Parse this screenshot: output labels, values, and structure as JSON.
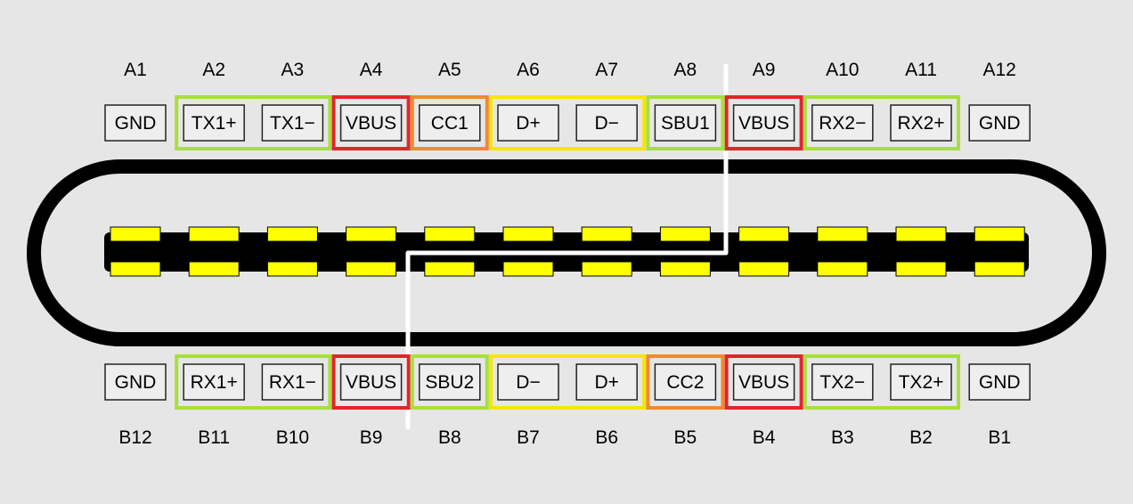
{
  "top_row": {
    "pins": [
      "A1",
      "A2",
      "A3",
      "A4",
      "A5",
      "A6",
      "A7",
      "A8",
      "A9",
      "A10",
      "A11",
      "A12"
    ],
    "signals": [
      "GND",
      "TX1+",
      "TX1−",
      "VBUS",
      "CC1",
      "D+",
      "D−",
      "SBU1",
      "VBUS",
      "RX2−",
      "RX2+",
      "GND"
    ]
  },
  "bottom_row": {
    "pins": [
      "B12",
      "B11",
      "B10",
      "B9",
      "B8",
      "B7",
      "B6",
      "B5",
      "B4",
      "B3",
      "B2",
      "B1"
    ],
    "signals": [
      "GND",
      "RX1+",
      "RX1−",
      "VBUS",
      "SBU2",
      "D−",
      "D+",
      "CC2",
      "VBUS",
      "TX2−",
      "TX2+",
      "GND"
    ]
  },
  "top_groups": [
    {
      "from": 1,
      "to": 2,
      "color": "#a8e03a"
    },
    {
      "from": 3,
      "to": 3,
      "color": "#e0262b"
    },
    {
      "from": 4,
      "to": 4,
      "color": "#f08a2c"
    },
    {
      "from": 5,
      "to": 6,
      "color": "#f7e600"
    },
    {
      "from": 7,
      "to": 7,
      "color": "#a8e03a"
    },
    {
      "from": 8,
      "to": 8,
      "color": "#e0262b"
    },
    {
      "from": 9,
      "to": 10,
      "color": "#a8e03a"
    }
  ],
  "bottom_groups": [
    {
      "from": 1,
      "to": 2,
      "color": "#a8e03a"
    },
    {
      "from": 3,
      "to": 3,
      "color": "#e0262b"
    },
    {
      "from": 4,
      "to": 4,
      "color": "#a8e03a"
    },
    {
      "from": 5,
      "to": 6,
      "color": "#f7e600"
    },
    {
      "from": 7,
      "to": 7,
      "color": "#f08a2c"
    },
    {
      "from": 8,
      "to": 8,
      "color": "#e0262b"
    },
    {
      "from": 9,
      "to": 10,
      "color": "#a8e03a"
    }
  ],
  "colors": {
    "background": "#e6e6e6",
    "shell": "#000000",
    "contact": "#ffff00",
    "divider_line": "#ffffff"
  }
}
